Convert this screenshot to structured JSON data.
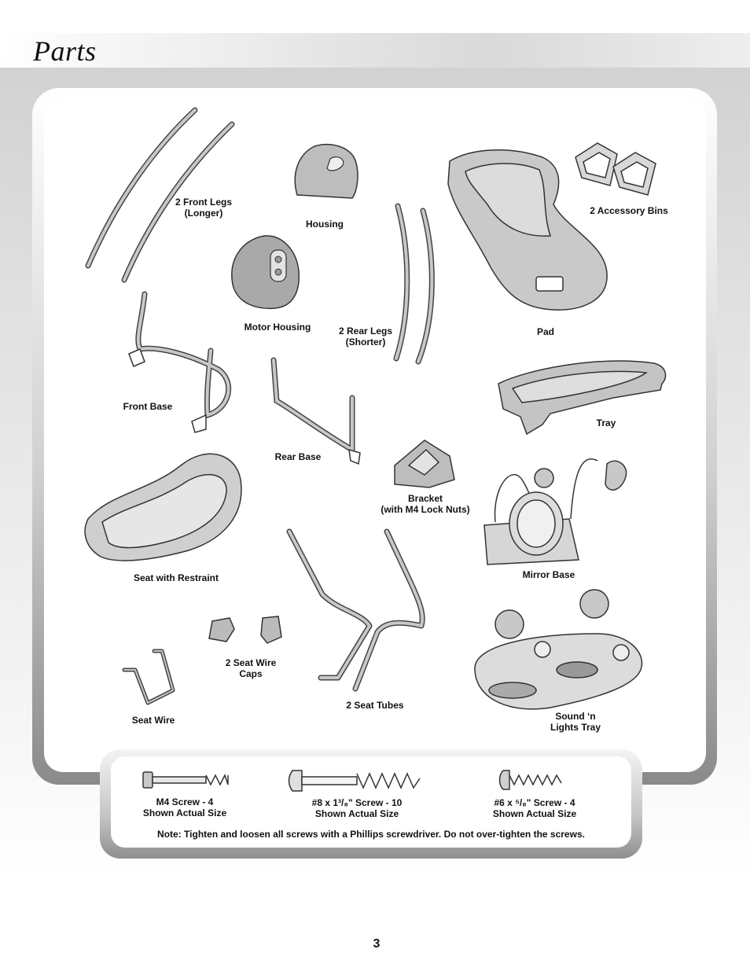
{
  "title": "Parts",
  "parts": {
    "front_legs": [
      "2 Front Legs",
      "(Longer)"
    ],
    "housing": "Housing",
    "accessory_bins": "2 Accessory Bins",
    "motor_housing": "Motor Housing",
    "rear_legs": [
      "2 Rear Legs",
      "(Shorter)"
    ],
    "pad": "Pad",
    "front_base": "Front Base",
    "tray": "Tray",
    "rear_base": "Rear Base",
    "bracket": [
      "Bracket",
      "(with M4 Lock Nuts)"
    ],
    "seat_with_restraint": "Seat with Restraint",
    "mirror_base": "Mirror Base",
    "seat_wire_caps": [
      "2 Seat Wire",
      "Caps"
    ],
    "seat_wire": "Seat Wire",
    "seat_tubes": "2 Seat Tubes",
    "sound_lights_tray": [
      "Sound ‘n",
      "Lights Tray"
    ]
  },
  "screws": {
    "m4": [
      "M4 Screw - 4",
      "Shown Actual Size"
    ],
    "no8": [
      "#8 x 1³/₈\" Screw - 10",
      "Shown Actual Size"
    ],
    "no6": [
      "#6 x ⁵/₈\" Screw - 4",
      "Shown Actual Size"
    ]
  },
  "note": "Note: Tighten and loosen all screws with a Phillips screwdriver. Do not over-tighten the screws.",
  "page_number": "3"
}
